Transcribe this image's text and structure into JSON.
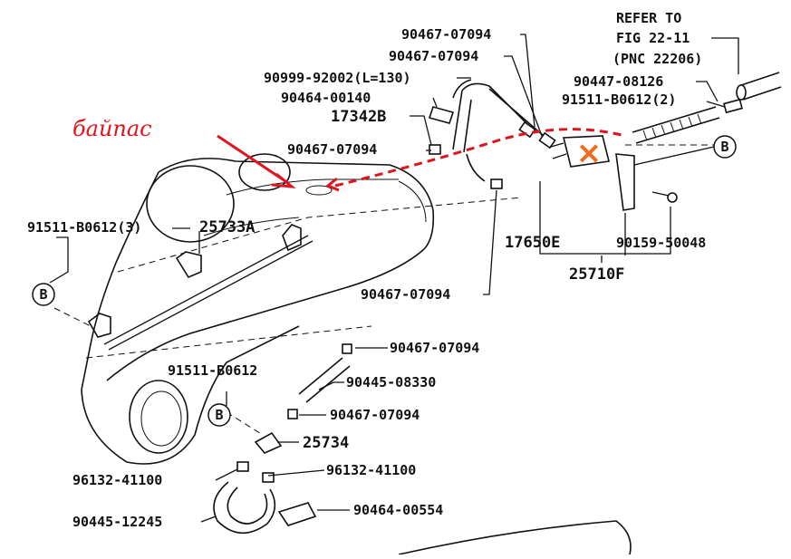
{
  "diagram": {
    "refer": {
      "line1": "REFER TO",
      "line2": "FIG 22-11",
      "line3": "(PNC 22206)"
    },
    "annotation": {
      "text": "байпас",
      "mark_symbol": "×",
      "color": "#e0141e",
      "mark_color": "#f26a1b"
    },
    "labels": [
      "90467-07094",
      "90467-07094",
      "90999-92002(L=130)",
      "90464-00140",
      "17342B",
      "90467-07094",
      "90447-08126",
      "91511-B0612(2)",
      "91511-B0612(3)",
      "25733A",
      "17650E",
      "90159-50048",
      "25710F",
      "90467-07094",
      "90467-07094",
      "91511-B0612",
      "90445-08330",
      "90467-07094",
      "25734",
      "96132-41100",
      "96132-41100",
      "90445-12245",
      "90464-00554"
    ],
    "callouts": [
      "B",
      "B",
      "B"
    ]
  }
}
